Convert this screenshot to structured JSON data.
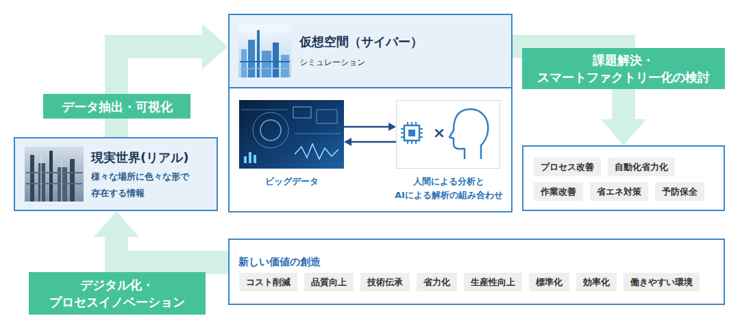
{
  "diagram": {
    "nodes": [
      {
        "text": [
          "仮想空間（サイバー）",
          "シミュレーション"
        ]
      },
      {
        "text": [
          "ビッグデータ"
        ],
        "in": 0
      },
      {
        "text": [
          "×",
          "人間による分析と AIによる解析の組み合わせ"
        ],
        "in": 0
      },
      {
        "text": [
          "現実世界(リアル)",
          "様々な場所に色々な形で 存在する情報"
        ]
      },
      {
        "text": []
      },
      {
        "text": [
          "プロセス改善"
        ],
        "in": 4
      },
      {
        "text": [
          "自動化省力化"
        ],
        "in": 4
      },
      {
        "text": [
          "作業改善"
        ],
        "in": 4
      },
      {
        "text": [
          "省エネ対策"
        ],
        "in": 4
      },
      {
        "text": [
          "予防保全"
        ],
        "in": 4
      },
      {
        "text": [
          "新しい価値の創造"
        ]
      },
      {
        "text": [
          "コスト削減"
        ],
        "in": 10
      },
      {
        "text": [
          "品質向上"
        ],
        "in": 10
      },
      {
        "text": [
          "技術伝承"
        ],
        "in": 10
      },
      {
        "text": [
          "省力化"
        ],
        "in": 10
      },
      {
        "text": [
          "生産性向上"
        ],
        "in": 10
      },
      {
        "text": [
          "標準化"
        ],
        "in": 10
      },
      {
        "text": [
          "効率化"
        ],
        "in": 10
      },
      {
        "text": [
          "働きやすい環境"
        ],
        "in": 10
      }
    ],
    "edges": [
      {
        "from": 3,
        "to": 0,
        "arrow": "to",
        "label": "データ抽出・可視化"
      },
      {
        "from": 0,
        "to": 4,
        "arrow": "to",
        "label": "課題解決・ スマートファクトリー化の検討"
      },
      {
        "from": 10,
        "to": 3,
        "arrow": "to",
        "label": "デジタル化・ プロセスイノベーション"
      },
      {
        "from": 1,
        "to": 2,
        "arrow": "to"
      },
      {
        "from": 2,
        "to": 1,
        "arrow": "to"
      }
    ]
  }
}
